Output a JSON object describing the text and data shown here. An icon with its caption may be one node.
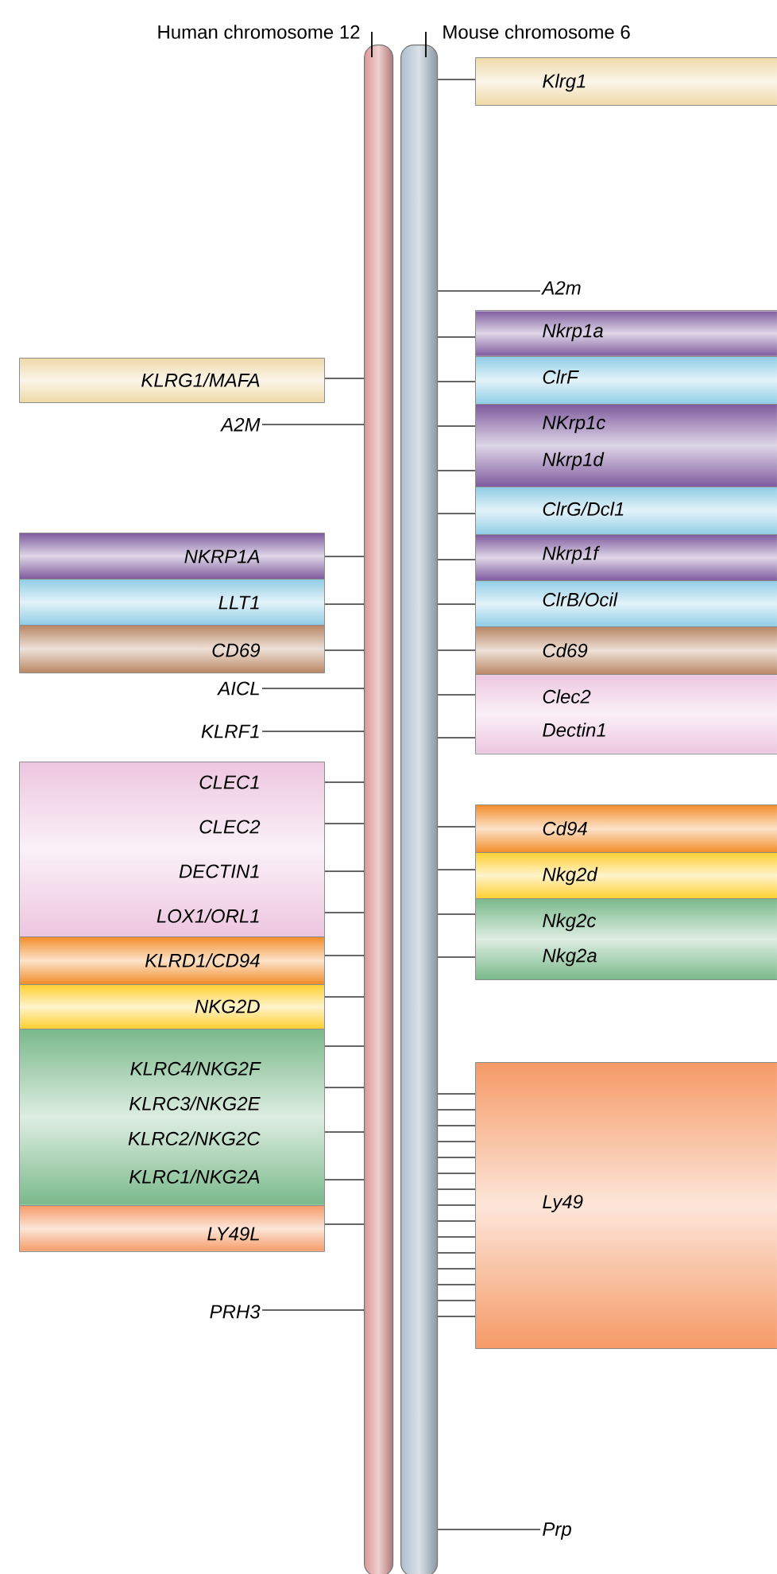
{
  "diagram": {
    "nodes": [
      {
        "text": [
          "Human chromosome 12"
        ]
      },
      {
        "text": [
          "Mouse chromosome 6"
        ]
      },
      {
        "text": [
          "KLRG1/MAFA"
        ]
      },
      {
        "text": [
          "A2M"
        ]
      },
      {
        "text": [
          "NKRP1A"
        ]
      },
      {
        "text": [
          "LLT1"
        ]
      },
      {
        "text": [
          "CD69"
        ]
      },
      {
        "text": [
          "AICL"
        ]
      },
      {
        "text": [
          "KLRF1"
        ]
      },
      {
        "text": [
          "CLEC1",
          "CLEC2",
          "DECTIN1",
          "LOX1/ORL1"
        ]
      },
      {
        "text": [
          "KLRD1/CD94"
        ]
      },
      {
        "text": [
          "NKG2D"
        ]
      },
      {
        "text": [
          "KLRC4/NKG2F",
          "KLRC3/NKG2E",
          "KLRC2/NKG2C",
          "KLRC1/NKG2A"
        ]
      },
      {
        "text": [
          "LY49L"
        ]
      },
      {
        "text": [
          "PRH3"
        ]
      },
      {
        "text": [
          "Klrg1"
        ]
      },
      {
        "text": [
          "A2m"
        ]
      },
      {
        "text": [
          "Nkrp1a"
        ]
      },
      {
        "text": [
          "ClrF"
        ]
      },
      {
        "text": [
          "NKrp1c",
          "Nkrp1d"
        ]
      },
      {
        "text": [
          "ClrG/Dcl1"
        ]
      },
      {
        "text": [
          "Nkrp1f"
        ]
      },
      {
        "text": [
          "ClrB/Ocil"
        ]
      },
      {
        "text": [
          "Cd69"
        ]
      },
      {
        "text": [
          "Clec2",
          "Dectin1"
        ]
      },
      {
        "text": [
          "Cd94"
        ]
      },
      {
        "text": [
          "Nkg2d"
        ]
      },
      {
        "text": [
          "Nkg2c",
          "Nkg2a"
        ]
      },
      {
        "text": [
          "Ly49"
        ]
      },
      {
        "text": [
          "Prp"
        ]
      }
    ],
    "edges": [
      {
        "from": 0,
        "to": 2,
        "arrow": "none"
      },
      {
        "from": 0,
        "to": 3,
        "arrow": "none"
      },
      {
        "from": 0,
        "to": 4,
        "arrow": "none"
      },
      {
        "from": 0,
        "to": 5,
        "arrow": "none"
      },
      {
        "from": 0,
        "to": 6,
        "arrow": "none"
      },
      {
        "from": 0,
        "to": 7,
        "arrow": "none"
      },
      {
        "from": 0,
        "to": 8,
        "arrow": "none"
      },
      {
        "from": 0,
        "to": 9,
        "arrow": "none"
      },
      {
        "from": 0,
        "to": 9,
        "arrow": "none"
      },
      {
        "from": 0,
        "to": 9,
        "arrow": "none"
      },
      {
        "from": 0,
        "to": 9,
        "arrow": "none"
      },
      {
        "from": 0,
        "to": 10,
        "arrow": "none"
      },
      {
        "from": 0,
        "to": 11,
        "arrow": "none"
      },
      {
        "from": 0,
        "to": 12,
        "arrow": "none"
      },
      {
        "from": 0,
        "to": 12,
        "arrow": "none"
      },
      {
        "from": 0,
        "to": 12,
        "arrow": "none"
      },
      {
        "from": 0,
        "to": 12,
        "arrow": "none"
      },
      {
        "from": 0,
        "to": 13,
        "arrow": "none"
      },
      {
        "from": 0,
        "to": 14,
        "arrow": "none"
      },
      {
        "from": 1,
        "to": 15,
        "arrow": "none"
      },
      {
        "from": 1,
        "to": 16,
        "arrow": "none"
      },
      {
        "from": 1,
        "to": 17,
        "arrow": "none"
      },
      {
        "from": 1,
        "to": 18,
        "arrow": "none"
      },
      {
        "from": 1,
        "to": 19,
        "arrow": "none"
      },
      {
        "from": 1,
        "to": 19,
        "arrow": "none"
      },
      {
        "from": 1,
        "to": 20,
        "arrow": "none"
      },
      {
        "from": 1,
        "to": 21,
        "arrow": "none"
      },
      {
        "from": 1,
        "to": 22,
        "arrow": "none"
      },
      {
        "from": 1,
        "to": 23,
        "arrow": "none"
      },
      {
        "from": 1,
        "to": 24,
        "arrow": "none"
      },
      {
        "from": 1,
        "to": 24,
        "arrow": "none"
      },
      {
        "from": 1,
        "to": 25,
        "arrow": "none"
      },
      {
        "from": 1,
        "to": 26,
        "arrow": "none"
      },
      {
        "from": 1,
        "to": 27,
        "arrow": "none"
      },
      {
        "from": 1,
        "to": 27,
        "arrow": "none"
      },
      {
        "from": 1,
        "to": 28,
        "arrow": "none"
      },
      {
        "from": 1,
        "to": 28,
        "arrow": "none"
      },
      {
        "from": 1,
        "to": 28,
        "arrow": "none"
      },
      {
        "from": 1,
        "to": 28,
        "arrow": "none"
      },
      {
        "from": 1,
        "to": 28,
        "arrow": "none"
      },
      {
        "from": 1,
        "to": 28,
        "arrow": "none"
      },
      {
        "from": 1,
        "to": 28,
        "arrow": "none"
      },
      {
        "from": 1,
        "to": 28,
        "arrow": "none"
      },
      {
        "from": 1,
        "to": 28,
        "arrow": "none"
      },
      {
        "from": 1,
        "to": 28,
        "arrow": "none"
      },
      {
        "from": 1,
        "to": 28,
        "arrow": "none"
      },
      {
        "from": 1,
        "to": 28,
        "arrow": "none"
      },
      {
        "from": 1,
        "to": 28,
        "arrow": "none"
      },
      {
        "from": 1,
        "to": 28,
        "arrow": "none"
      },
      {
        "from": 1,
        "to": 28,
        "arrow": "none"
      },
      {
        "from": 1,
        "to": 29,
        "arrow": "none"
      }
    ]
  }
}
